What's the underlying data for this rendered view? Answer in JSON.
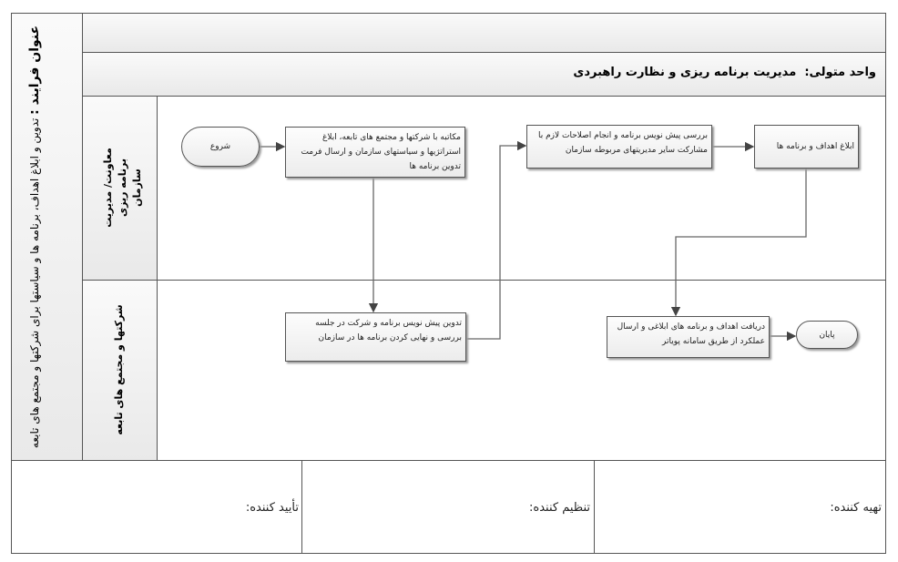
{
  "process_title_label": "عنوان فرایند :",
  "process_title": "تدوین و ابلاغ اهداف، برنامه ها و سیاستها برای شرکتها و مجتمع های تابعه",
  "owner_label": "واحد متولی:",
  "owner_value": "مدیریت برنامه ریزی و نظارت راهبردی",
  "lanes": [
    "معاونت/ مدیریت برنامه ریزی سازمان",
    "شرکتها و مجتمع های تابعه"
  ],
  "nodes": {
    "start": "شروع",
    "box1": "مکاتبه با شرکتها و مجتمع های تابعه، ابلاغ استراتژیها و سیاستهای سازمان و ارسال فرمت تدوین برنامه ها",
    "box2": "بررسی پیش نویس برنامه و انجام اصلاحات لازم با مشارکت سایر مدیریتهای مربوطه سازمان",
    "box3": "ابلاغ اهداف و برنامه ها",
    "box4": "تدوین پیش نویس برنامه و شرکت در جلسه بررسی و نهایی کردن برنامه ها در سازمان",
    "box5": "دریافت اهداف و برنامه های ابلاغی و ارسال عملکرد از طریق سامانه پویاتر",
    "end": "پایان"
  },
  "signatures": {
    "prepared": "تهیه کننده:",
    "regulated": "تنظیم کننده:",
    "approved": "تأیید کننده:"
  }
}
